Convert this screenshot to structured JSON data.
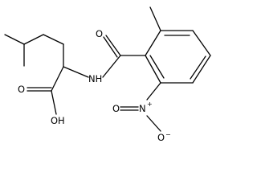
{
  "molecule": {
    "atom_labels": {
      "carbonyl_oxygen": "O",
      "amide_nh": "NH",
      "acid_hydroxyl": "OH",
      "acid_oxygen": "O",
      "nitro_nitrogen": "N",
      "nitro_charge_positive": "+",
      "nitro_oxygen_top": "O",
      "nitro_oxygen_bottom": "O",
      "nitro_charge_negative": "−"
    }
  }
}
